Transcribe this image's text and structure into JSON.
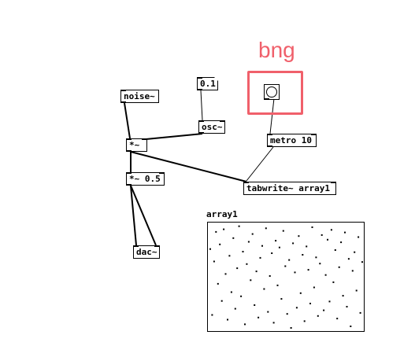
{
  "annotation": {
    "label": "bng",
    "color": "#f0606b"
  },
  "objects": {
    "noise": "noise~",
    "number": "0.1",
    "osc": "osc~",
    "mult": "*~",
    "metro": "metro 10",
    "mult_half": "*~ 0.5",
    "tabwrite": "tabwrite~ array1",
    "dac": "dac~"
  },
  "array": {
    "name": "array1",
    "samples": [
      0.55,
      -0.72,
      0.31,
      0.88,
      -0.12,
      0.64,
      -0.45,
      0.93,
      0.07,
      -0.81,
      0.42,
      -0.28,
      0.76,
      -0.6,
      0.18,
      0.99,
      -0.36,
      0.5,
      -0.9,
      0.26,
      0.69,
      -0.05,
      0.84,
      -0.53,
      0.12,
      -0.77,
      0.38,
      0.61,
      -0.22,
      0.95,
      -0.66,
      0.03,
      0.47,
      -0.87,
      0.71,
      -0.15,
      0.58,
      -0.41,
      0.9,
      0.22,
      -0.7,
      0.34,
      -0.97,
      0.66,
      0.1,
      -0.58,
      0.8,
      -0.3,
      0.44,
      -0.84,
      0.6,
      0.15,
      -0.5,
      0.97,
      -0.19,
      0.39,
      -0.74,
      0.27,
      0.82,
      -0.63,
      0.05,
      0.73,
      -0.46,
      0.92,
      -0.09,
      0.53,
      -0.79,
      0.2,
      0.68,
      -0.35,
      0.87,
      -0.56,
      0.36,
      -0.94,
      0.13,
      0.49,
      -0.25,
      0.78,
      -0.68,
      0.3
    ]
  }
}
